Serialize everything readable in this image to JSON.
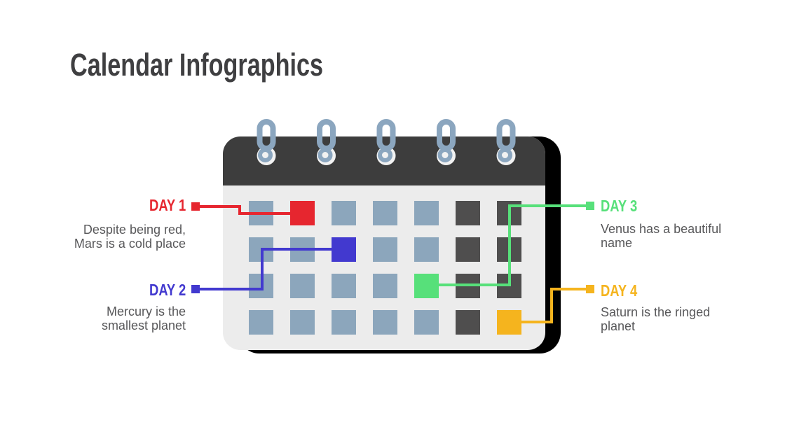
{
  "title": "Calendar Infographics",
  "colors": {
    "background": "#ffffff",
    "title_text": "#3f3f41",
    "desc_text": "#58585a",
    "calendar_header": "#3d3d3d",
    "calendar_body": "#ececec",
    "calendar_shadow": "#000000",
    "ring": "#8ba6bf",
    "ring_hole": "#f2f2f2",
    "cell_default": "#8ca6bc",
    "cell_dark": "#4f4e4e",
    "day1": "#e6262f",
    "day2": "#4239cf",
    "day3": "#57e07a",
    "day4": "#f5b41e"
  },
  "calendar": {
    "ring_count": 5,
    "rows": 4,
    "columns": 7,
    "grid": [
      [
        "default",
        "day1",
        "default",
        "default",
        "default",
        "dark",
        "dark"
      ],
      [
        "default",
        "default",
        "day2",
        "default",
        "default",
        "dark",
        "dark"
      ],
      [
        "default",
        "default",
        "default",
        "default",
        "day3",
        "dark",
        "dark"
      ],
      [
        "default",
        "default",
        "default",
        "default",
        "default",
        "dark",
        "day4"
      ]
    ]
  },
  "days": [
    {
      "id": "day1",
      "label": "DAY 1",
      "desc": [
        "Despite being red,",
        "Mars is a cold place"
      ],
      "side": "left"
    },
    {
      "id": "day2",
      "label": "DAY 2",
      "desc": [
        "Mercury is the",
        "smallest planet"
      ],
      "side": "left"
    },
    {
      "id": "day3",
      "label": "DAY 3",
      "desc": [
        "Venus has a beautiful",
        "name"
      ],
      "side": "right"
    },
    {
      "id": "day4",
      "label": "DAY 4",
      "desc": [
        "Saturn is the ringed",
        "planet"
      ],
      "side": "right"
    }
  ]
}
